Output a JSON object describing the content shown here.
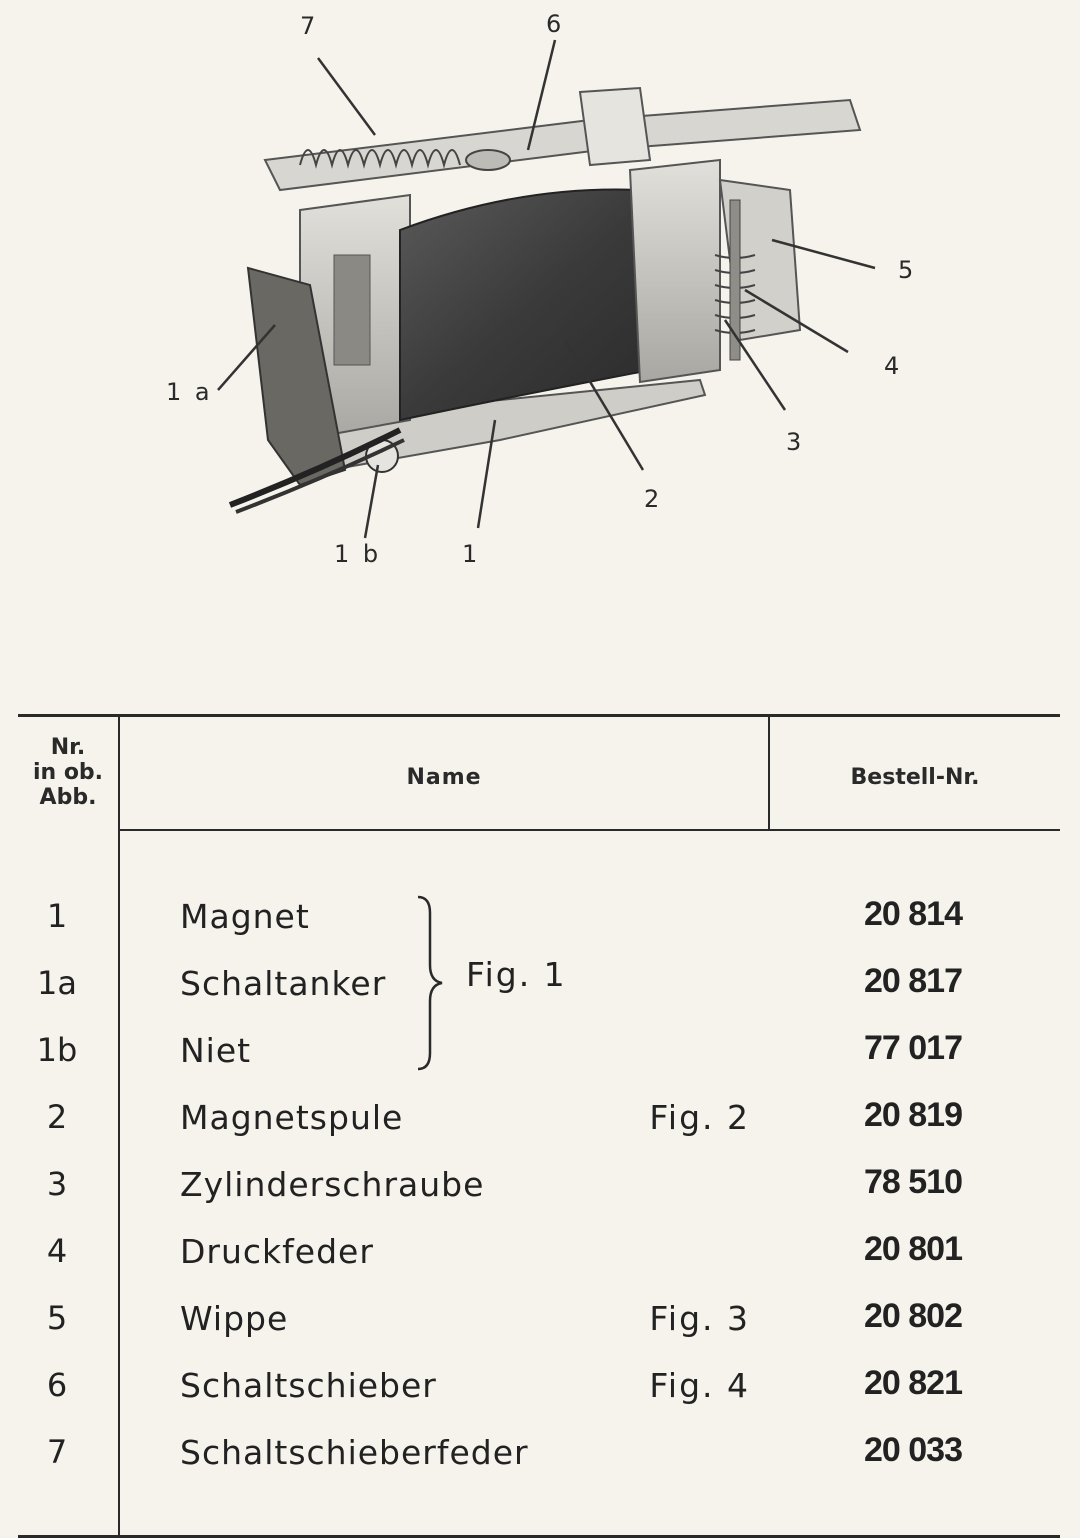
{
  "figure": {
    "callouts": [
      "7",
      "6",
      "5",
      "4",
      "3",
      "2",
      "1",
      "1 b",
      "1 a"
    ]
  },
  "table": {
    "headers": {
      "nr_lines": [
        "Nr.",
        "in ob.",
        "Abb."
      ],
      "name": "Name",
      "bestell": "Bestell-Nr."
    },
    "group_fig": "Fig. 1",
    "rows": [
      {
        "nr": "1",
        "name": "Magnet",
        "fig": "",
        "bestell": "20 814"
      },
      {
        "nr": "1a",
        "name": "Schaltanker",
        "fig": "",
        "bestell": "20 817"
      },
      {
        "nr": "1b",
        "name": "Niet",
        "fig": "",
        "bestell": "77 017"
      },
      {
        "nr": "2",
        "name": "Magnetspule",
        "fig": "Fig. 2",
        "bestell": "20 819"
      },
      {
        "nr": "3",
        "name": "Zylinderschraube",
        "fig": "",
        "bestell": "78 510"
      },
      {
        "nr": "4",
        "name": "Druckfeder",
        "fig": "",
        "bestell": "20 801"
      },
      {
        "nr": "5",
        "name": "Wippe",
        "fig": "Fig. 3",
        "bestell": "20 802"
      },
      {
        "nr": "6",
        "name": "Schaltschieber",
        "fig": "Fig. 4",
        "bestell": "20 821"
      },
      {
        "nr": "7",
        "name": "Schaltschieberfeder",
        "fig": "",
        "bestell": "20 033"
      }
    ]
  }
}
